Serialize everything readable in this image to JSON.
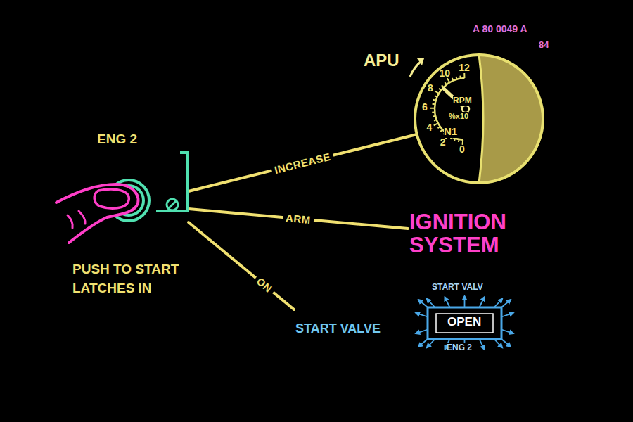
{
  "diagram": {
    "nodes": [
      {
        "text": [
          "ENG 2",
          "PUSH TO START LATCHES IN"
        ]
      },
      {
        "text": [
          "APU",
          "RPM",
          "%x10",
          "N1"
        ]
      },
      {
        "text": [
          "IGNITION SYSTEM"
        ]
      },
      {
        "text": [
          "START VALVE",
          "START VALV",
          "OPEN",
          "ENG 2"
        ]
      }
    ],
    "edges": [
      {
        "from": 0,
        "to": 1,
        "arrow": "none",
        "label": "INCREASE"
      },
      {
        "from": 0,
        "to": 2,
        "arrow": "none",
        "label": "ARM"
      },
      {
        "from": 0,
        "to": 3,
        "arrow": "none",
        "label": "ON"
      }
    ],
    "labels": [
      "A 80 0049 A",
      "84",
      "0",
      "2",
      "4",
      "6",
      "8",
      "10",
      "12"
    ]
  }
}
